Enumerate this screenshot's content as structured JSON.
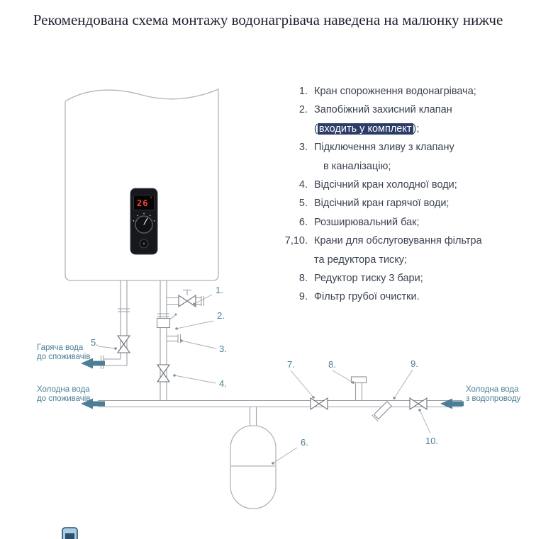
{
  "title": "Рекомендована схема монтажу водонагрівача наведена на малюнку нижче",
  "legend": {
    "rows": [
      {
        "num": "1.",
        "text": "Кран спорожнення водонагрівача;"
      },
      {
        "num": "2.",
        "text": "Запобіжний захисний клапан"
      },
      {
        "num": "",
        "pre": "(",
        "highlight": "входить у комплект",
        "post": ");"
      },
      {
        "num": "3.",
        "text": "Підключення зливу з клапану"
      },
      {
        "num": "",
        "text": "в каналізацію;"
      },
      {
        "num": "4.",
        "text": "Відсічний кран холодної води;"
      },
      {
        "num": "5.",
        "text": "Відсічний кран гарячої води;"
      },
      {
        "num": "6.",
        "text": "Розширювальний бак;"
      },
      {
        "num": "7,10.",
        "text": "Крани для обслуговування фільтра"
      },
      {
        "num": "",
        "text": "та редуктора тиску;"
      },
      {
        "num": "8.",
        "text": "Редуктор тиску 3 бари;"
      },
      {
        "num": "9.",
        "text": "Фільтр грубої очистки."
      }
    ]
  },
  "heater": {
    "display_temp": "26",
    "display_unit": "°"
  },
  "flow_labels": {
    "hot_to_consumers": [
      "Гаряча вода",
      "до споживачів"
    ],
    "cold_to_consumers": [
      "Холодна вода",
      "до споживачів"
    ],
    "cold_from_supply": [
      "Холодна вода",
      "з водопроводу"
    ]
  },
  "callouts": {
    "c1": "1.",
    "c2": "2.",
    "c3": "3.",
    "c4": "4.",
    "c5": "5.",
    "c6": "6.",
    "c7": "7.",
    "c8": "8.",
    "c9": "9.",
    "c10": "10."
  },
  "colors": {
    "accent_teal": "#4c7f95",
    "line_gray": "#9aa0a6",
    "display_red": "#ff4136",
    "highlight_bg": "#2c3e68"
  }
}
